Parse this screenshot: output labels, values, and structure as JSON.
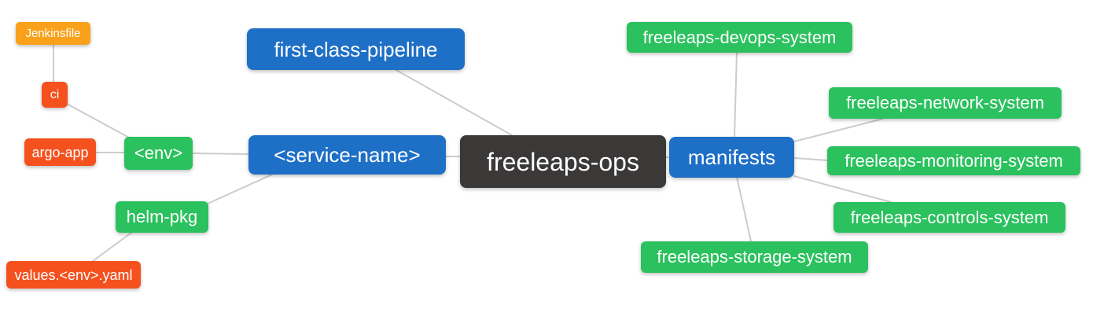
{
  "diagram": {
    "type": "mindmap",
    "root_label": "freeleaps-ops",
    "palette": {
      "root_bg": "#3b3838",
      "branch_blue": "#1e6fc6",
      "leaf_green": "#2bc15e",
      "leaf_orange": "#f9a11b",
      "leaf_red": "#f4511e",
      "edge_color": "#cccccc",
      "text_color": "#ffffff",
      "background": "#ffffff"
    },
    "nodes": {
      "root": {
        "label": "freeleaps-ops"
      },
      "first_class_pipeline": {
        "label": "first-class-pipeline"
      },
      "service_name": {
        "label": "<service-name>"
      },
      "manifests": {
        "label": "manifests"
      },
      "env": {
        "label": "<env>"
      },
      "helm_pkg": {
        "label": "helm-pkg"
      },
      "ci": {
        "label": "ci"
      },
      "argo_app": {
        "label": "argo-app"
      },
      "jenkinsfile": {
        "label": "Jenkinsfile"
      },
      "values_env_yaml": {
        "label": "values.<env>.yaml"
      },
      "devops_system": {
        "label": "freeleaps-devops-system"
      },
      "network_system": {
        "label": "freeleaps-network-system"
      },
      "monitoring_system": {
        "label": "freeleaps-monitoring-system"
      },
      "controls_system": {
        "label": "freeleaps-controls-system"
      },
      "storage_system": {
        "label": "freeleaps-storage-system"
      }
    },
    "edges": [
      {
        "from": "jenkinsfile",
        "to": "ci"
      },
      {
        "from": "ci",
        "to": "env"
      },
      {
        "from": "argo_app",
        "to": "env"
      },
      {
        "from": "env",
        "to": "service_name"
      },
      {
        "from": "helm_pkg",
        "to": "service_name"
      },
      {
        "from": "values_env_yaml",
        "to": "helm_pkg"
      },
      {
        "from": "first_class_pipeline",
        "to": "root"
      },
      {
        "from": "service_name",
        "to": "root"
      },
      {
        "from": "root",
        "to": "manifests"
      },
      {
        "from": "manifests",
        "to": "devops_system"
      },
      {
        "from": "manifests",
        "to": "network_system"
      },
      {
        "from": "manifests",
        "to": "monitoring_system"
      },
      {
        "from": "manifests",
        "to": "controls_system"
      },
      {
        "from": "manifests",
        "to": "storage_system"
      }
    ]
  }
}
